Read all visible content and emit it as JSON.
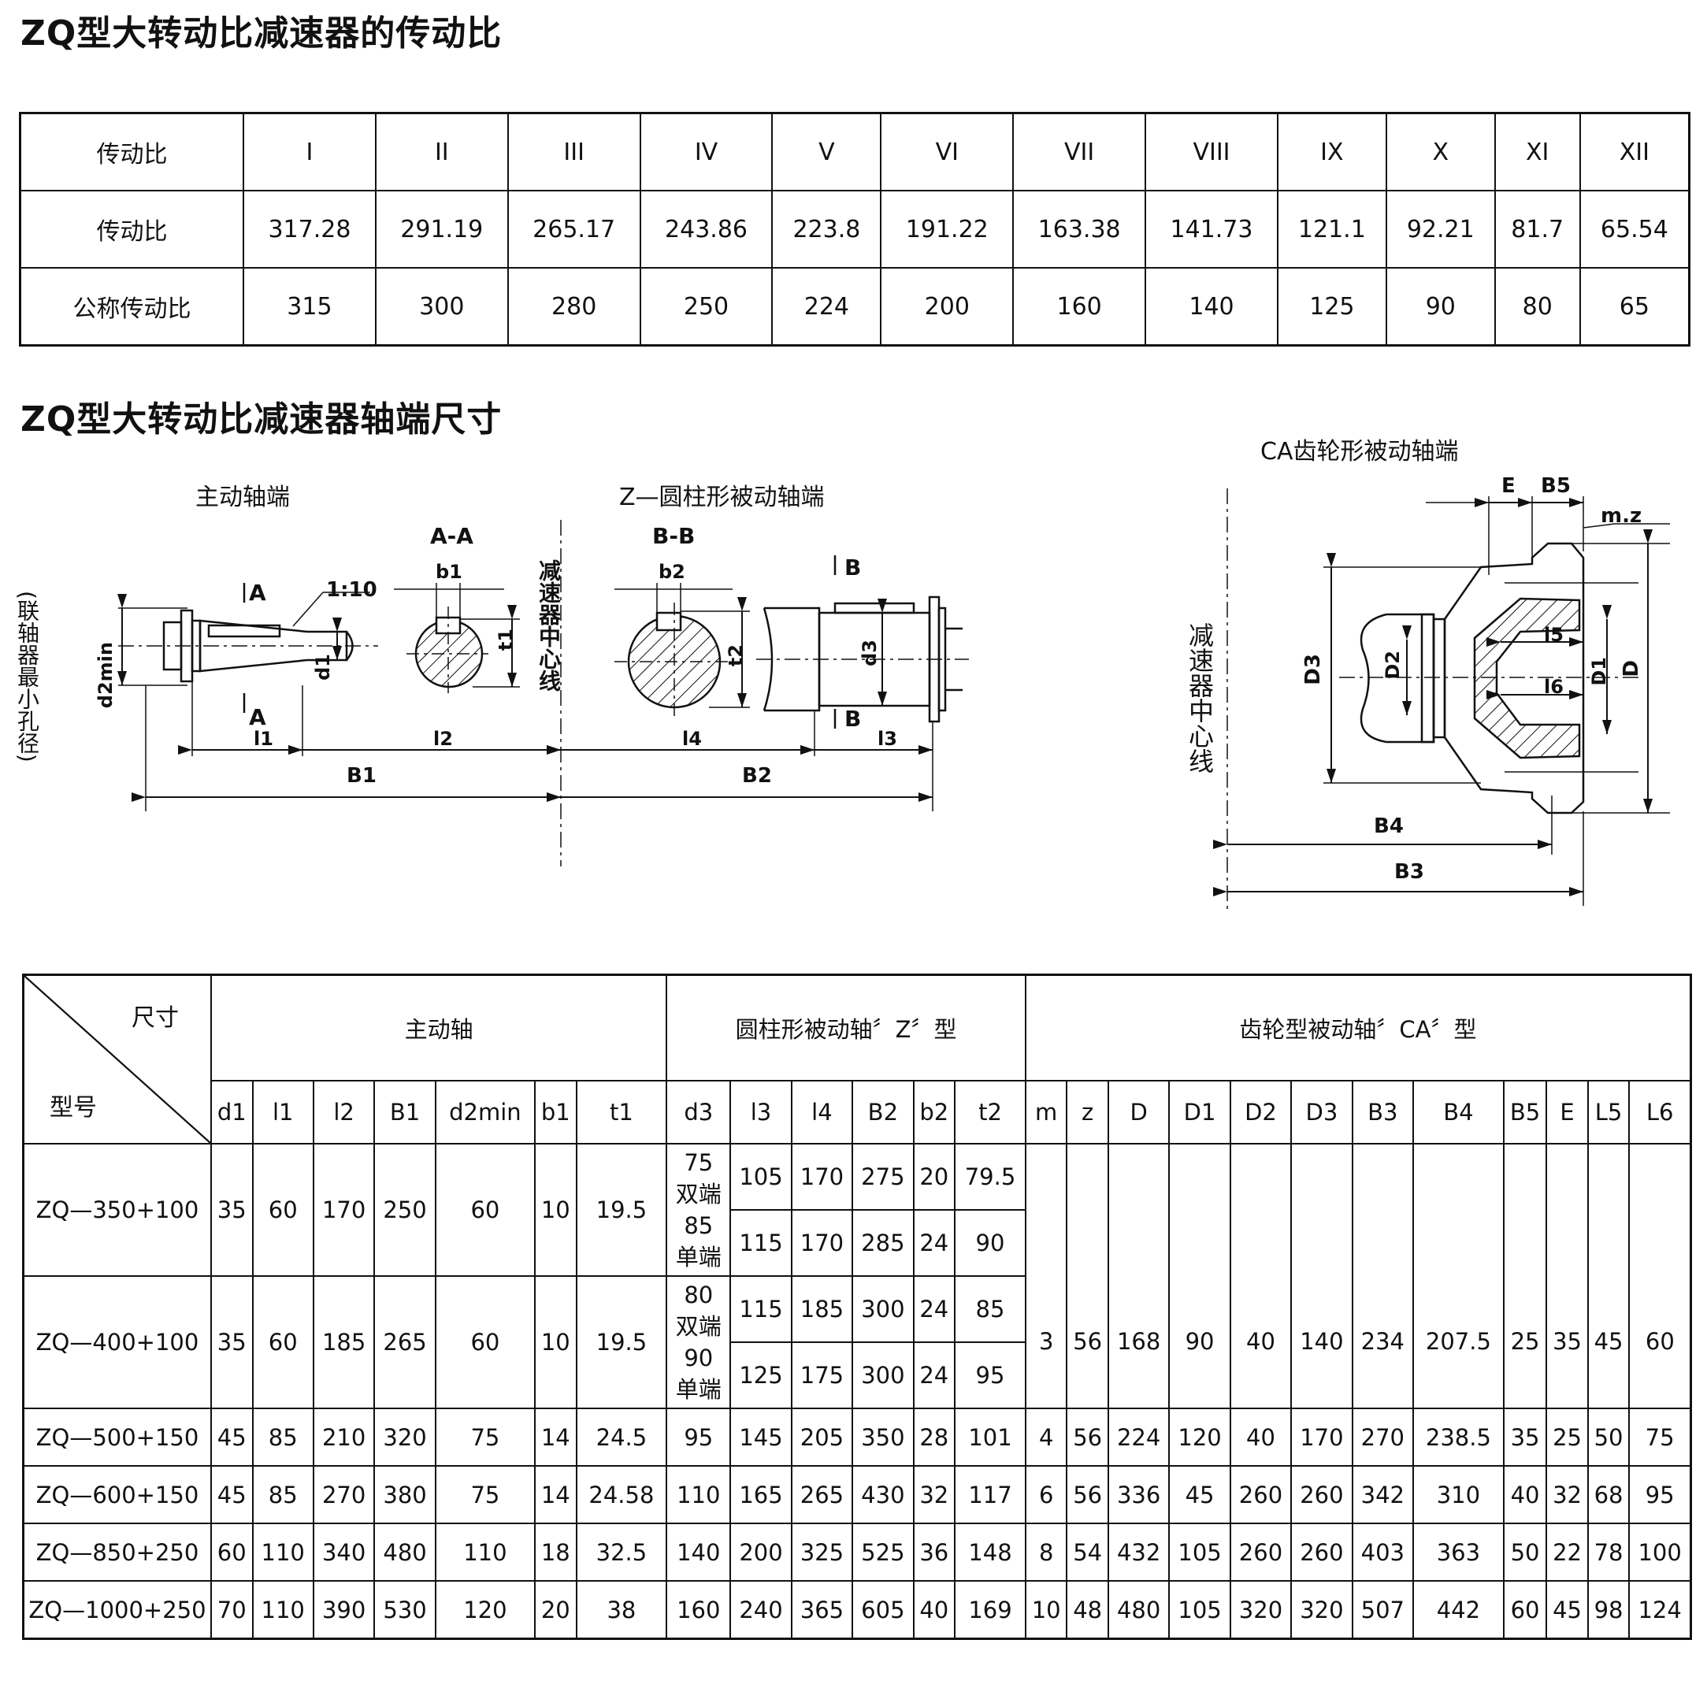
{
  "titles": {
    "ratio": "ZQ型大转动比减速器的传动比",
    "shaft": "ZQ型大转动比减速器轴端尺寸"
  },
  "ratio_table": {
    "header_label": "传动比",
    "columns": [
      "I",
      "II",
      "III",
      "IV",
      "V",
      "VI",
      "VII",
      "VIII",
      "IX",
      "X",
      "XI",
      "XII"
    ],
    "rows": [
      {
        "label": "传动比",
        "values": [
          "317.28",
          "291.19",
          "265.17",
          "243.86",
          "223.8",
          "191.22",
          "163.38",
          "141.73",
          "121.1",
          "92.21",
          "81.7",
          "65.54"
        ]
      },
      {
        "label": "公称传动比",
        "values": [
          "315",
          "300",
          "280",
          "250",
          "224",
          "200",
          "160",
          "140",
          "125",
          "90",
          "80",
          "65"
        ]
      }
    ]
  },
  "diagram": {
    "side_label": "(联轴器最小孔径)",
    "drive_end": "主动轴端",
    "z_end": "Z—圆柱形被动轴端",
    "ca_end": "CA齿轮形被动轴端",
    "centerline": "减速器中心线",
    "section_aa": "A-A",
    "section_bb": "B-B",
    "taper": "1:10",
    "labels": {
      "A": "A",
      "B": "B",
      "d2min": "d2min",
      "d1": "d1",
      "b1": "b1",
      "t1": "t1",
      "b2": "b2",
      "t2": "t2",
      "d3": "d3",
      "l1": "l1",
      "l2": "l2",
      "l3": "l3",
      "l4": "l4",
      "B1": "B1",
      "B2": "B2",
      "B3": "B3",
      "B4": "B4",
      "B5": "B5",
      "E": "E",
      "mz": "m.z",
      "D": "D",
      "D1": "D1",
      "D2": "D2",
      "D3": "D3",
      "l5": "l5",
      "l6": "l6"
    }
  },
  "dims_table": {
    "corner_size": "尺寸",
    "corner_model": "型号",
    "groups": {
      "drive": "主动轴",
      "z": "圆柱形被动轴〞Z〞型",
      "ca": "齿轮型被动轴〞CA〞型"
    },
    "columns": [
      "d1",
      "l1",
      "l2",
      "B1",
      "d2min",
      "b1",
      "t1",
      "d3",
      "l3",
      "l4",
      "B2",
      "b2",
      "t2",
      "m",
      "z",
      "D",
      "D1",
      "D2",
      "D3",
      "B3",
      "B4",
      "B5",
      "E",
      "L5",
      "L6"
    ],
    "row350": {
      "model": "ZQ—350+100",
      "drive": [
        "35",
        "60",
        "170",
        "250",
        "60",
        "10",
        "19.5"
      ],
      "d3": "75\n双端\n85\n单端",
      "z_top": [
        "105",
        "170",
        "275",
        "20",
        "79.5"
      ],
      "z_bot": [
        "115",
        "170",
        "285",
        "24",
        "90"
      ]
    },
    "row400": {
      "model": "ZQ—400+100",
      "drive": [
        "35",
        "60",
        "185",
        "265",
        "60",
        "10",
        "19.5"
      ],
      "d3": "80\n双端\n90\n单端",
      "z_top": [
        "115",
        "185",
        "300",
        "24",
        "85"
      ],
      "z_bot": [
        "125",
        "175",
        "300",
        "24",
        "95"
      ],
      "ca": [
        "3",
        "56",
        "168",
        "90",
        "40",
        "140",
        "234",
        "207.5",
        "25",
        "35",
        "45",
        "60"
      ]
    },
    "rows": [
      {
        "model": "ZQ—500+150",
        "values": [
          "45",
          "85",
          "210",
          "320",
          "75",
          "14",
          "24.5",
          "95",
          "145",
          "205",
          "350",
          "28",
          "101",
          "4",
          "56",
          "224",
          "120",
          "40",
          "170",
          "270",
          "238.5",
          "35",
          "25",
          "50",
          "75"
        ]
      },
      {
        "model": "ZQ—600+150",
        "values": [
          "45",
          "85",
          "270",
          "380",
          "75",
          "14",
          "24.58",
          "110",
          "165",
          "265",
          "430",
          "32",
          "117",
          "6",
          "56",
          "336",
          "45",
          "260",
          "260",
          "342",
          "310",
          "40",
          "32",
          "68",
          "95"
        ]
      },
      {
        "model": "ZQ—850+250",
        "values": [
          "60",
          "110",
          "340",
          "480",
          "110",
          "18",
          "32.5",
          "140",
          "200",
          "325",
          "525",
          "36",
          "148",
          "8",
          "54",
          "432",
          "105",
          "260",
          "260",
          "403",
          "363",
          "50",
          "22",
          "78",
          "100"
        ]
      },
      {
        "model": "ZQ—1000+250",
        "values": [
          "70",
          "110",
          "390",
          "530",
          "120",
          "20",
          "38",
          "160",
          "240",
          "365",
          "605",
          "40",
          "169",
          "10",
          "48",
          "480",
          "105",
          "320",
          "320",
          "507",
          "442",
          "60",
          "45",
          "98",
          "124"
        ]
      }
    ]
  }
}
